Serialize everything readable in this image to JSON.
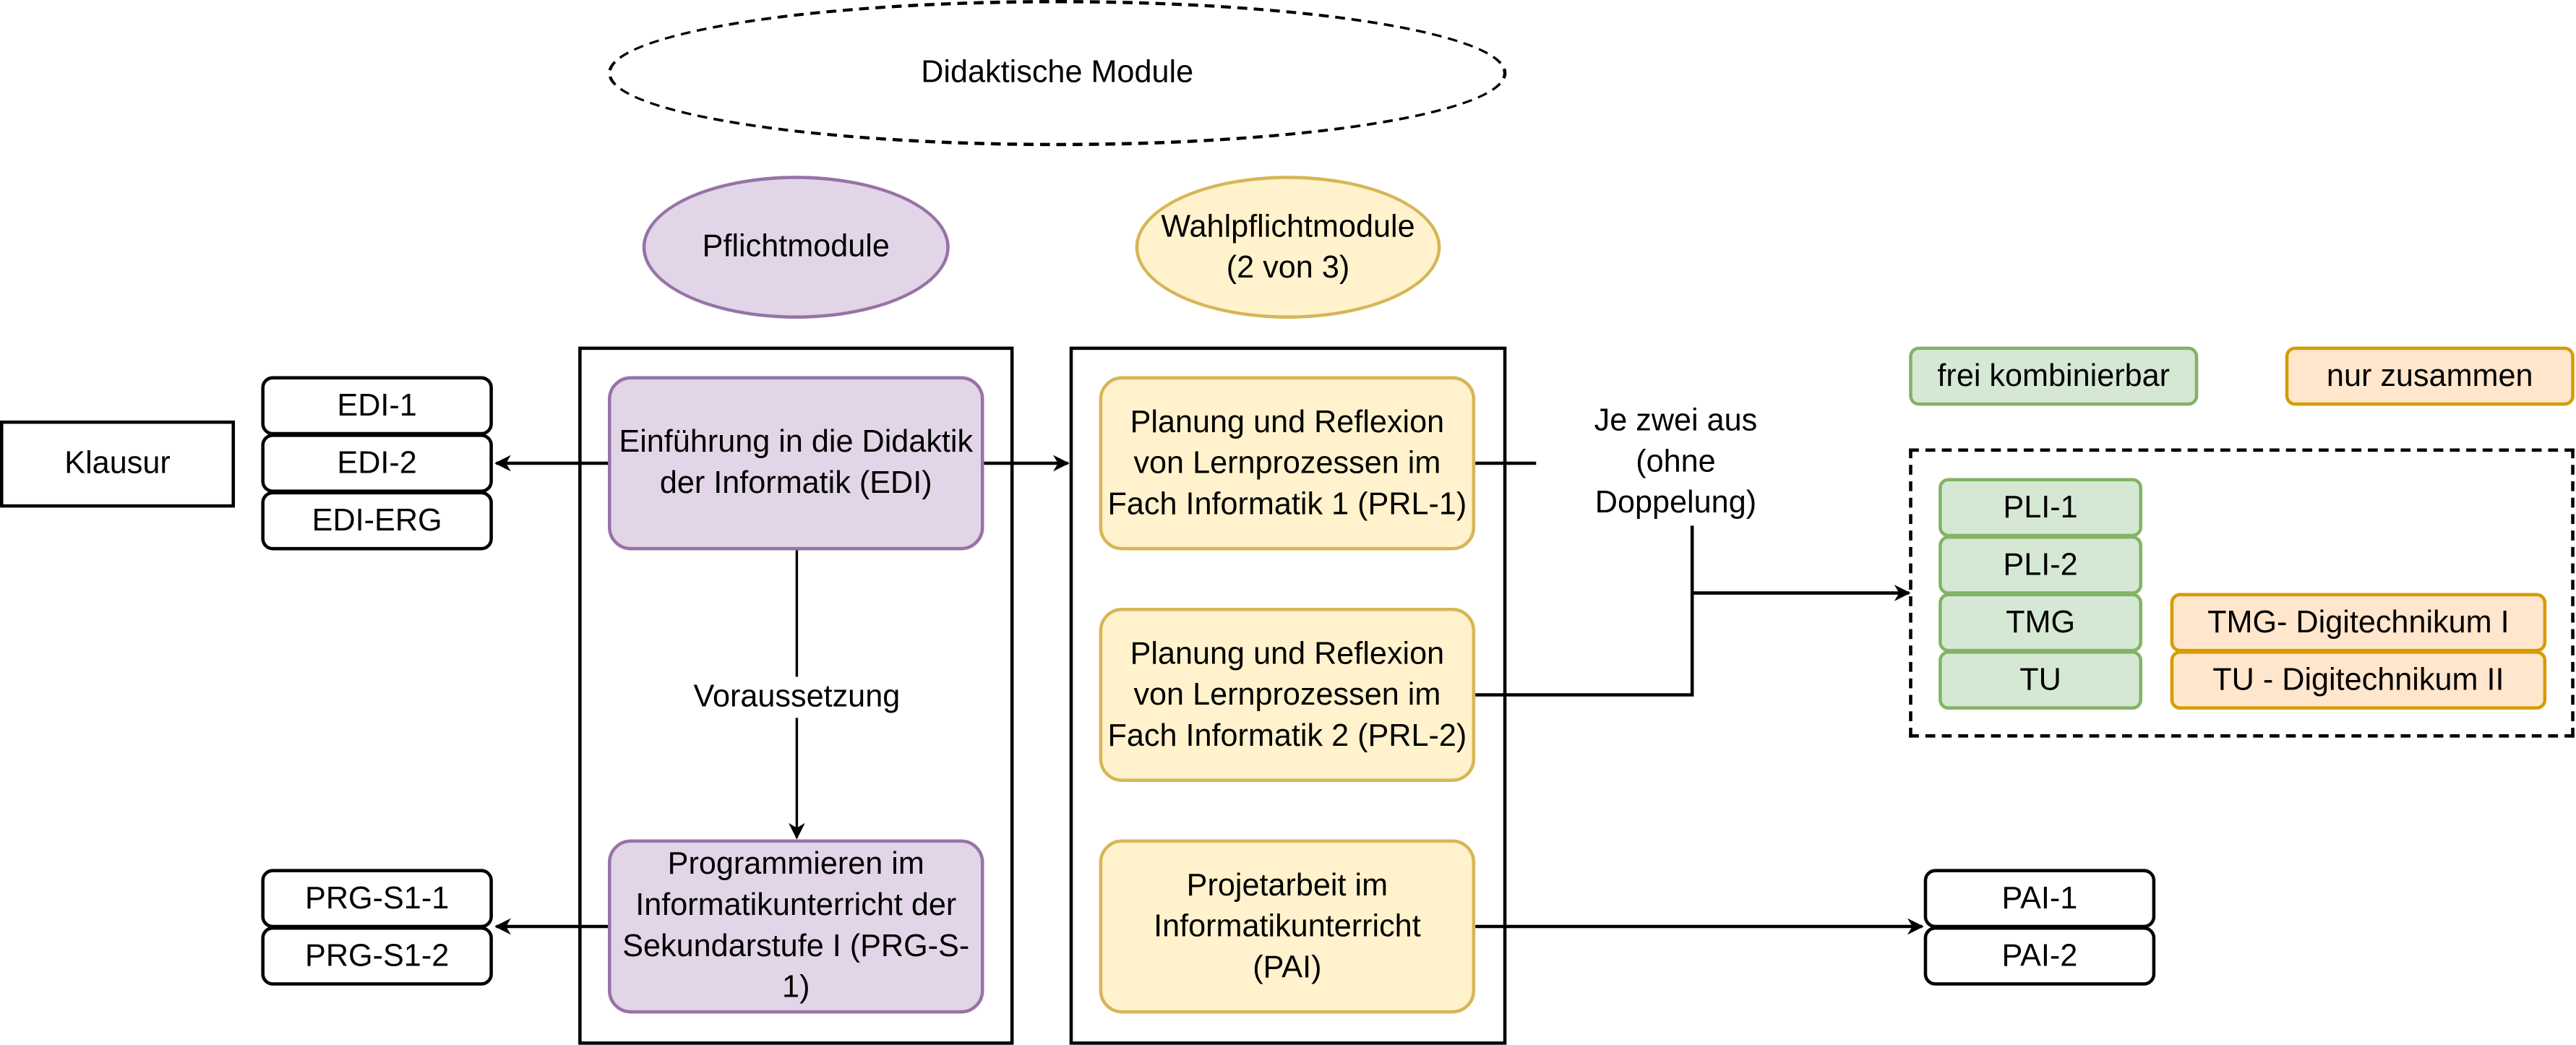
{
  "title": "Didaktische Module",
  "categories": {
    "mandatory": "Pflichtmodule",
    "elective": "Wahlpflichtmodule\n(2 von 3)"
  },
  "legend": {
    "free": "frei kombinierbar",
    "together": "nur zusammen"
  },
  "colors": {
    "purple_fill": "#e1d5e7",
    "purple_stroke": "#9673a6",
    "yellow_fill": "#fff2cc",
    "yellow_stroke": "#d6b656",
    "green_fill": "#d5e8d4",
    "green_stroke": "#82b366",
    "orange_fill": "#ffe6cc",
    "orange_stroke": "#d79b00"
  },
  "exam": "Klausur",
  "mandatory_modules": [
    {
      "label": "Einführung in die Didaktik der Informatik (EDI)",
      "parts": [
        "EDI-1",
        "EDI-2",
        "EDI-ERG"
      ]
    },
    {
      "label": "Programmieren im Informatikunterricht der Sekundarstufe I (PRG-S-1)",
      "parts": [
        "PRG-S1-1",
        "PRG-S1-2"
      ]
    }
  ],
  "prerequisite_label": "Voraussetzung",
  "elective_modules": [
    {
      "label": "Planung und Reflexion von Lernprozessen im Fach Informatik 1 (PRL-1)"
    },
    {
      "label": "Planung und Reflexion von Lernprozessen im Fach Informatik 2 (PRL-2)"
    },
    {
      "label": "Projetarbeit im Informatikunterricht (PAI)",
      "parts": [
        "PAI-1",
        "PAI-2"
      ]
    }
  ],
  "choice_note": "Je zwei aus (ohne Doppelung)",
  "choice_pool": {
    "free": [
      "PLI-1",
      "PLI-2",
      "TMG",
      "TU"
    ],
    "together": [
      "TMG- Digitechnikum I",
      "TU - Digitechnikum II"
    ]
  }
}
